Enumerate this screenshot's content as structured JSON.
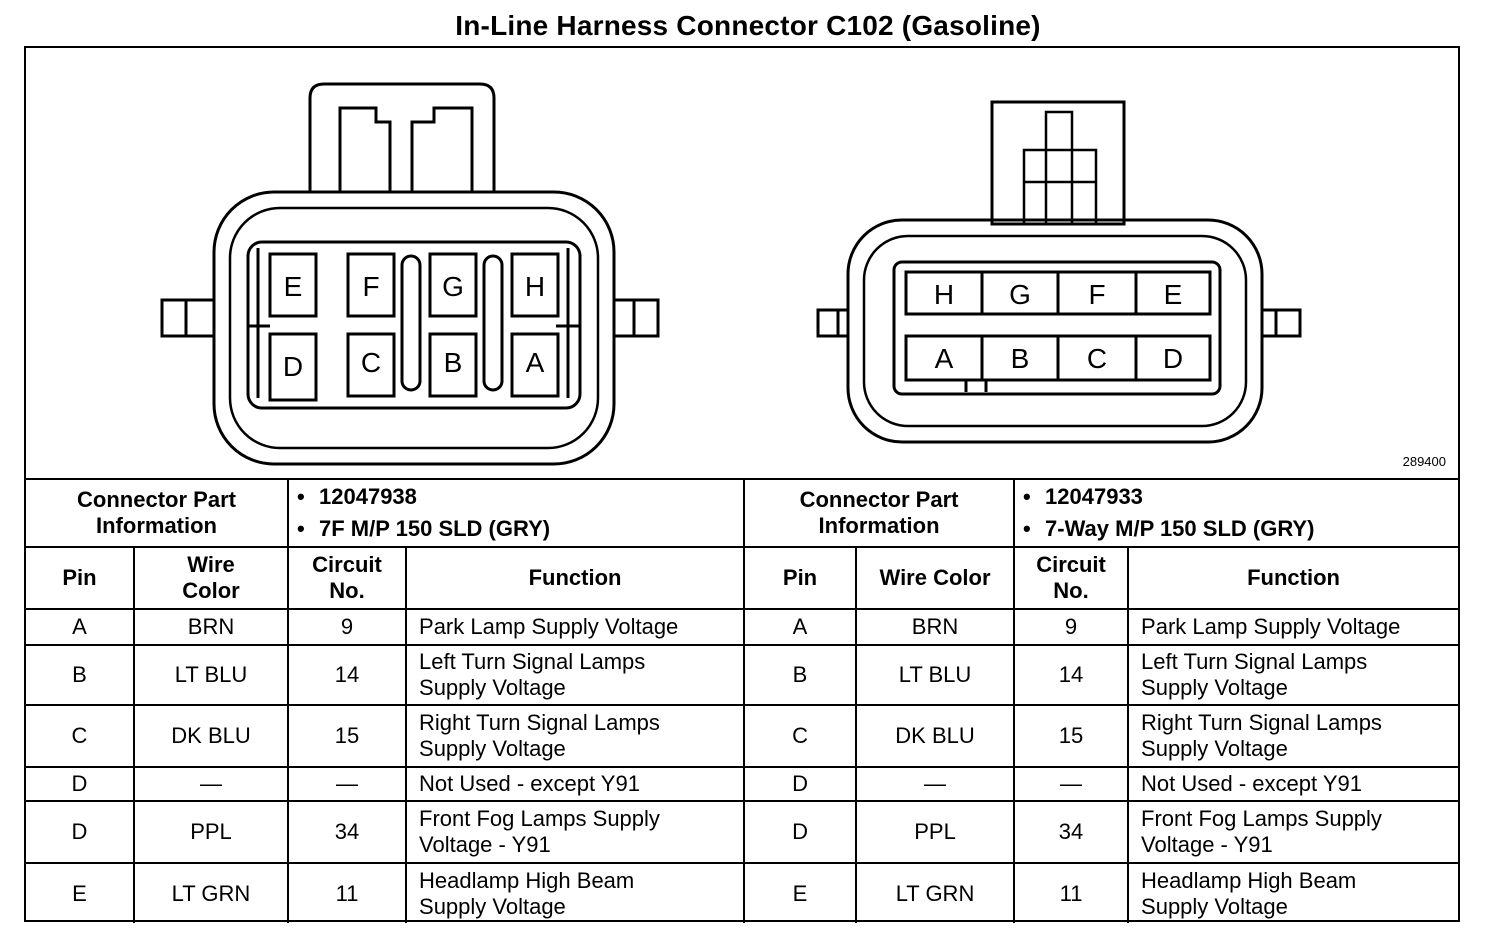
{
  "title": "In-Line Harness Connector C102 (Gasoline)",
  "figure_number": "289400",
  "left_connector": {
    "pins_top": [
      "E",
      "F",
      "G",
      "H"
    ],
    "pins_bottom": [
      "D",
      "C",
      "B",
      "A"
    ]
  },
  "right_connector": {
    "pins_top": [
      "H",
      "G",
      "F",
      "E"
    ],
    "pins_bottom": [
      "A",
      "B",
      "C",
      "D"
    ]
  },
  "left_part_info": {
    "label_line1": "Connector Part",
    "label_line2": "Information",
    "part_number": "12047938",
    "description": "7F M/P 150 SLD (GRY)"
  },
  "right_part_info": {
    "label_line1": "Connector Part",
    "label_line2": "Information",
    "part_number": "12047933",
    "description": "7-Way M/P 150 SLD (GRY)"
  },
  "headers": {
    "pin": "Pin",
    "wire_color_left_1": "Wire",
    "wire_color_left_2": "Color",
    "wire_color_right": "Wire Color",
    "circuit_1": "Circuit",
    "circuit_2": "No.",
    "function": "Function"
  },
  "rows": [
    {
      "pin": "A",
      "wire": "BRN",
      "circuit": "9",
      "f1": "Park Lamp Supply Voltage",
      "f2": ""
    },
    {
      "pin": "B",
      "wire": "LT BLU",
      "circuit": "14",
      "f1": "Left Turn Signal Lamps",
      "f2": "Supply Voltage"
    },
    {
      "pin": "C",
      "wire": "DK BLU",
      "circuit": "15",
      "f1": "Right Turn Signal Lamps",
      "f2": "Supply Voltage"
    },
    {
      "pin": "D",
      "wire": "—",
      "circuit": "—",
      "f1": "Not Used - except Y91",
      "f2": ""
    },
    {
      "pin": "D",
      "wire": "PPL",
      "circuit": "34",
      "f1": "Front Fog Lamps Supply",
      "f2": "Voltage - Y91"
    },
    {
      "pin": "E",
      "wire": "LT GRN",
      "circuit": "11",
      "f1": "Headlamp High Beam",
      "f2": "Supply Voltage"
    }
  ]
}
